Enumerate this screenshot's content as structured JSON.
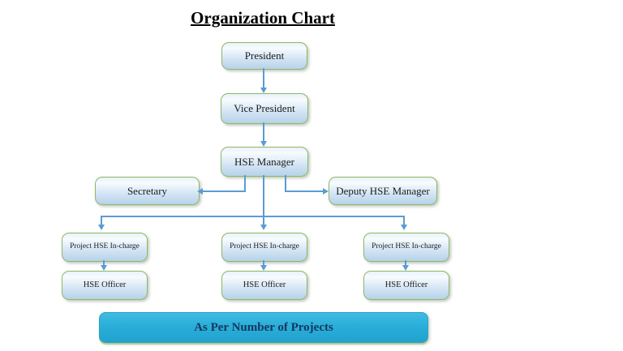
{
  "title": "Organization Chart",
  "nodes": {
    "president": "President",
    "vice_president": "Vice President",
    "hse_manager": "HSE Manager",
    "secretary": "Secretary",
    "deputy_hse_manager": "Deputy HSE Manager"
  },
  "branches": [
    {
      "incharge": "Project HSE In-charge",
      "officer": "HSE Officer"
    },
    {
      "incharge": "Project HSE In-charge",
      "officer": "HSE Officer"
    },
    {
      "incharge": "Project HSE In-charge",
      "officer": "HSE Officer"
    }
  ],
  "banner": {
    "label": "As Per Number of Projects"
  },
  "colors": {
    "connector": "#5b9bd5",
    "box_border": "#8fb765",
    "banner_fill": "#29aed9",
    "banner_text": "#17365d"
  }
}
